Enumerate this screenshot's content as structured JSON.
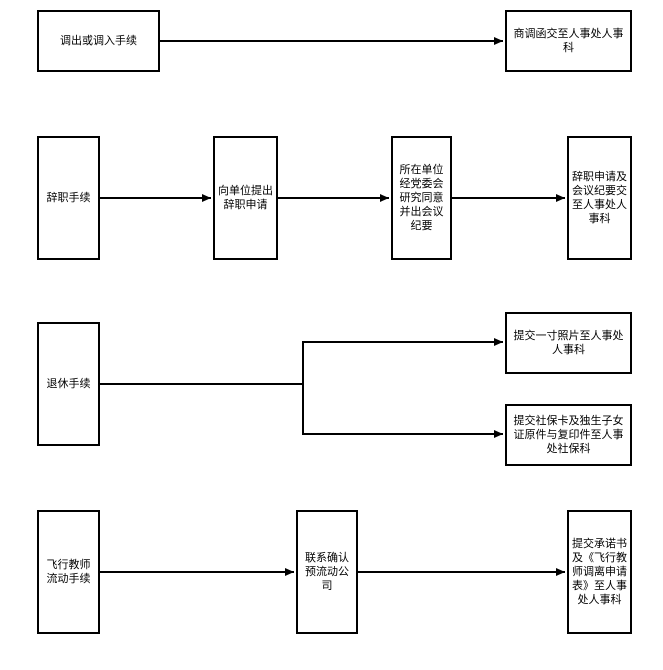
{
  "nodes": {
    "transfer": "调出或调入手续",
    "transfer_result": "商调函交至人事处人事科",
    "resign": "辞职手续",
    "resign_step1": "向单位提出辞职申请",
    "resign_step2": "所在单位经党委会研究同意并出会议纪要",
    "resign_result": "辞职申请及会议纪要交至人事处人事科",
    "retire": "退休手续",
    "retire_result1": "提交一寸照片至人事处人事科",
    "retire_result2": "提交社保卡及独生子女证原件与复印件至人事处社保科",
    "flight": "飞行教师流动手续",
    "flight_step1": "联系确认预流动公司",
    "flight_result": "提交承诺书及《飞行教师调离申请表》至人事处人事科"
  }
}
